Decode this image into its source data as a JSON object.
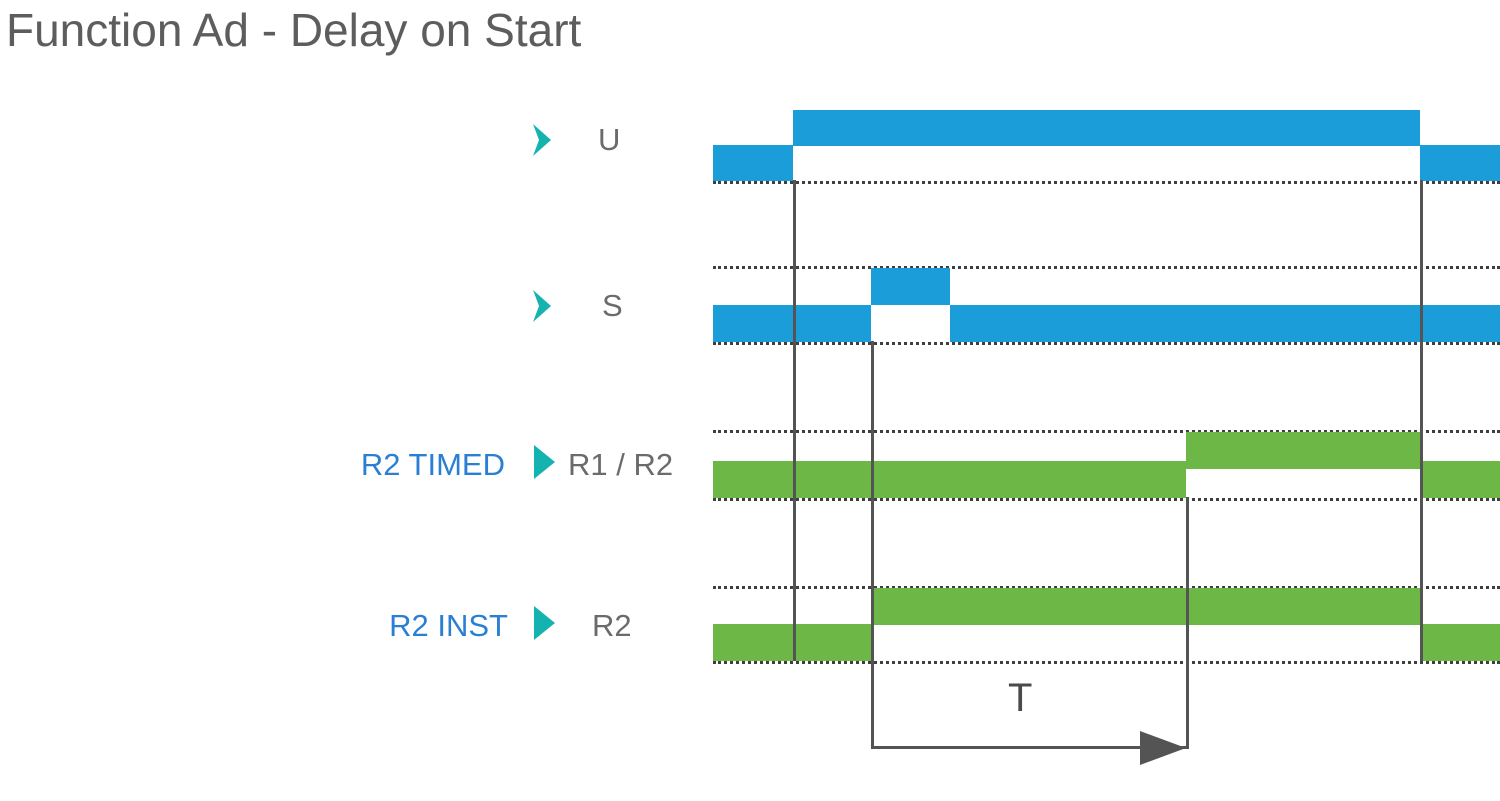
{
  "title": "Function Ad - Delay on Start",
  "colors": {
    "title": "#5d5d5d",
    "label_blue": "#2a7fd4",
    "label_gray": "#6b6b6b",
    "signal_blue": "#1b9dd9",
    "signal_green": "#6cb745",
    "guide": "#3f3f3f",
    "line": "#545454"
  },
  "rows": [
    {
      "id": "u",
      "left_label": "",
      "marker": "chevron-right-icon",
      "right_label": "U",
      "color": "signal_blue"
    },
    {
      "id": "s",
      "left_label": "",
      "marker": "chevron-right-icon",
      "right_label": "S",
      "color": "signal_blue"
    },
    {
      "id": "r1r2",
      "left_label": "R2 TIMED",
      "marker": "triangle-right-icon",
      "right_label": "R1 / R2",
      "color": "signal_green"
    },
    {
      "id": "r2",
      "left_label": "R2 INST",
      "marker": "triangle-right-icon",
      "right_label": "R2",
      "color": "signal_green"
    }
  ],
  "annotation": {
    "duration_label": "T"
  },
  "chart_data": {
    "type": "timing-diagram",
    "title": "Function Ad - Delay on Start",
    "xlabel": "",
    "ylabel": "",
    "x_range": [
      713,
      1500
    ],
    "legend": "none",
    "grid": "dotted-level-lines",
    "event_times": [
      793,
      871,
      1186,
      1420
    ],
    "signals": [
      {
        "name": "U",
        "left_label": "",
        "color": "#1b9dd9",
        "transitions": [
          {
            "from": 713,
            "to": 793,
            "level": "low"
          },
          {
            "from": 793,
            "to": 1420,
            "level": "high"
          },
          {
            "from": 1420,
            "to": 1500,
            "level": "low"
          }
        ]
      },
      {
        "name": "S",
        "left_label": "",
        "color": "#1b9dd9",
        "transitions": [
          {
            "from": 713,
            "to": 871,
            "level": "low"
          },
          {
            "from": 871,
            "to": 950,
            "level": "high"
          },
          {
            "from": 950,
            "to": 1500,
            "level": "low"
          }
        ]
      },
      {
        "name": "R1 / R2",
        "left_label": "R2 TIMED",
        "color": "#6cb745",
        "transitions": [
          {
            "from": 713,
            "to": 1186,
            "level": "low"
          },
          {
            "from": 1186,
            "to": 1420,
            "level": "high"
          },
          {
            "from": 1420,
            "to": 1500,
            "level": "low"
          }
        ]
      },
      {
        "name": "R2",
        "left_label": "R2 INST",
        "color": "#6cb745",
        "transitions": [
          {
            "from": 713,
            "to": 871,
            "level": "low"
          },
          {
            "from": 871,
            "to": 1420,
            "level": "high"
          },
          {
            "from": 1420,
            "to": 1500,
            "level": "low"
          }
        ]
      }
    ],
    "annotations": [
      {
        "label": "T",
        "type": "duration-arrow",
        "from": 871,
        "to": 1186,
        "description": "Delay on start interval between S pulse and R1/R2 energizing"
      }
    ]
  }
}
